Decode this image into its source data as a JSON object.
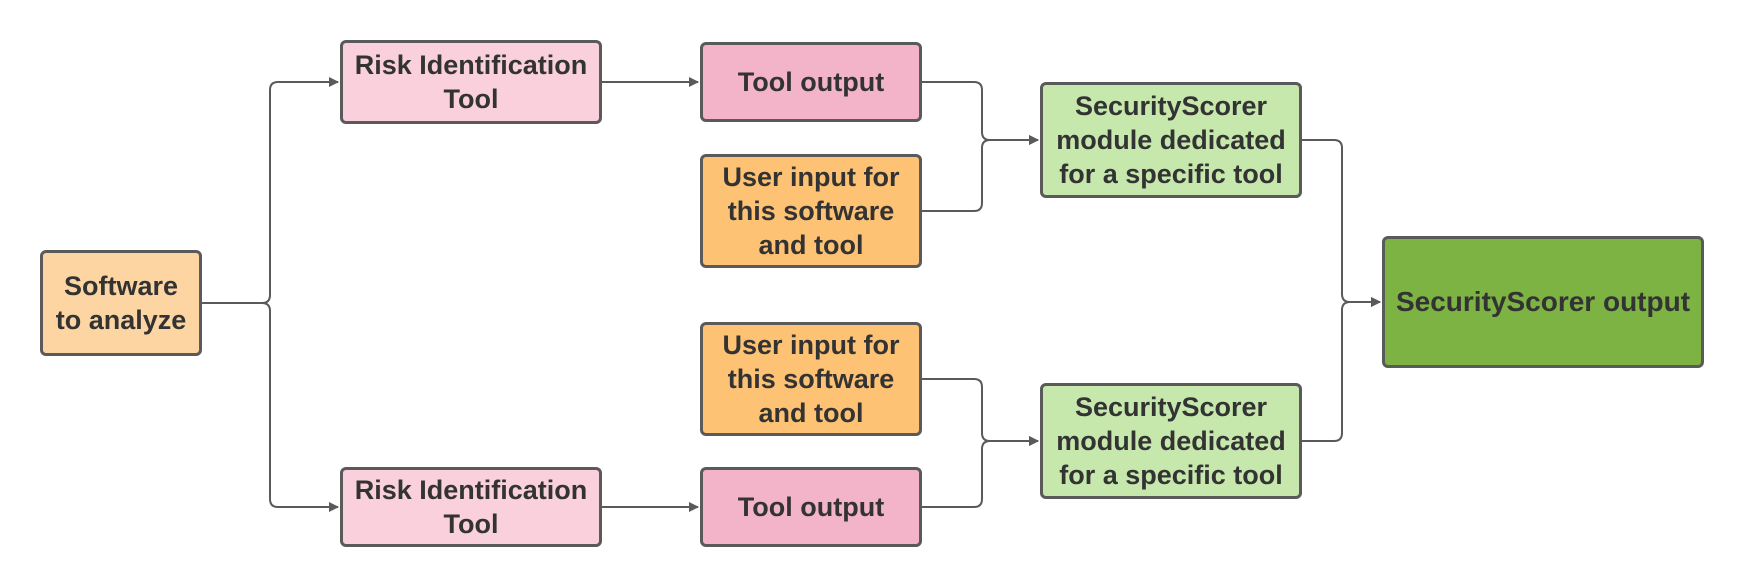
{
  "colors": {
    "software": "#fdd5a3",
    "risk_tool": "#f9d0db",
    "tool_output": "#f3b3c8",
    "user_input": "#fdc273",
    "scorer_module": "#c6e8ad",
    "scorer_output": "#7cb342",
    "border": "#5a5a5a",
    "text": "#333333"
  },
  "nodes": {
    "software": {
      "label": "Software\nto analyze"
    },
    "risk_tool_top": {
      "label": "Risk Identification\nTool"
    },
    "risk_tool_bottom": {
      "label": "Risk Identification\nTool"
    },
    "tool_output_top": {
      "label": "Tool output"
    },
    "tool_output_bottom": {
      "label": "Tool output"
    },
    "user_input_top": {
      "label": "User input for\nthis software\nand tool"
    },
    "user_input_bottom": {
      "label": "User input for\nthis software\nand tool"
    },
    "scorer_module_top": {
      "label": "SecurityScorer\nmodule dedicated\nfor a specific tool"
    },
    "scorer_module_bottom": {
      "label": "SecurityScorer\nmodule dedicated\nfor a specific tool"
    },
    "scorer_output": {
      "label": "SecurityScorer output"
    }
  },
  "edges": [
    {
      "from": "software",
      "to": "risk_tool_top"
    },
    {
      "from": "software",
      "to": "risk_tool_bottom"
    },
    {
      "from": "risk_tool_top",
      "to": "tool_output_top"
    },
    {
      "from": "risk_tool_bottom",
      "to": "tool_output_bottom"
    },
    {
      "from": "tool_output_top",
      "to": "scorer_module_top"
    },
    {
      "from": "user_input_top",
      "to": "scorer_module_top"
    },
    {
      "from": "user_input_bottom",
      "to": "scorer_module_bottom"
    },
    {
      "from": "tool_output_bottom",
      "to": "scorer_module_bottom"
    },
    {
      "from": "scorer_module_top",
      "to": "scorer_output"
    },
    {
      "from": "scorer_module_bottom",
      "to": "scorer_output"
    }
  ]
}
